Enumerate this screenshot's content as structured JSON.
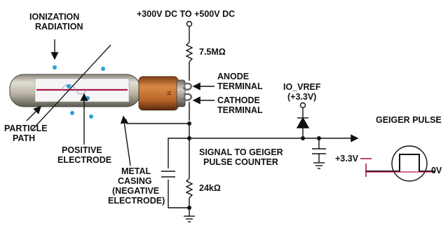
{
  "labels": {
    "supply": "+300V DC TO +500V DC",
    "resistor_top": "7.5MΩ",
    "anode_line1": "ANODE",
    "anode_line2": "TERMINAL",
    "cathode_line1": "CATHODE",
    "cathode_line2": "TERMINAL",
    "ionization_line1": "IONIZATION",
    "ionization_line2": "RADIATION",
    "particle_line1": "PARTICLE",
    "particle_line2": "PATH",
    "positive_line1": "POSITIVE",
    "positive_line2": "ELECTRODE",
    "metal_line1": "METAL",
    "metal_line2": "CASING",
    "metal_line3": "(NEGATIVE",
    "metal_line4": "ELECTRODE)",
    "signal_line1": "SIGNAL TO GEIGER",
    "signal_line2": "PULSE COUNTER",
    "resistor_bottom": "24kΩ",
    "io_vref_line1": "IO_VREF",
    "io_vref_line2": "(+3.3V)",
    "pulse_title": "GEIGER PULSE",
    "pulse_high": "+3.3V",
    "pulse_low": "0V"
  },
  "colors": {
    "wire": "#111111",
    "electrode": "#b0174c",
    "particle_dot": "#2e9fd6",
    "tube_body": "#c9c4b6",
    "tube_window": "#f4f4f4",
    "orange_sleeve": "#c8762f"
  }
}
